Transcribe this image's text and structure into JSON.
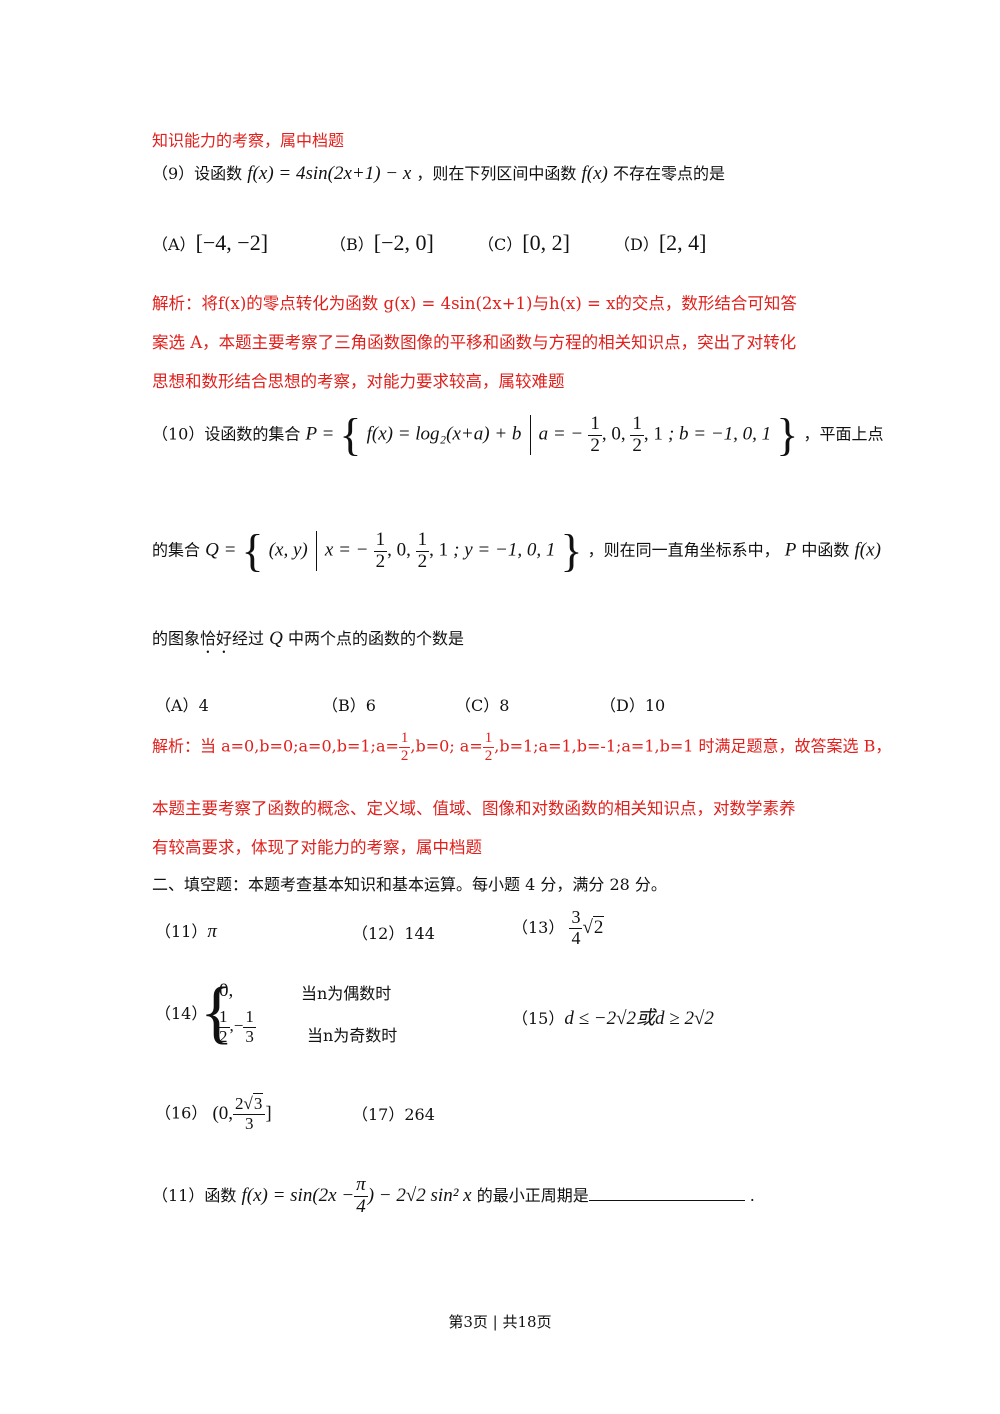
{
  "line_top": "知识能力的考察，属中档题",
  "q9": {
    "prefix": "（9）设函数",
    "func": "f(x) = 4sin(2x+1) − x",
    "mid": "，则在下列区间中函数",
    "fx": "f(x)",
    "suffix": "不存在零点的是",
    "options": [
      {
        "label": "（A）",
        "value": "[−4, −2]"
      },
      {
        "label": "（B）",
        "value": "[−2, 0]"
      },
      {
        "label": "（C）",
        "value": "[0, 2]"
      },
      {
        "label": "（D）",
        "value": "[2, 4]"
      }
    ],
    "analysis": [
      "解析：将f(x)的零点转化为函数 g(x) = 4sin(2x+1)与h(x) = x的交点，数形结合可知答",
      "案选 A，本题主要考察了三角函数图像的平移和函数与方程的相关知识点，突出了对转化",
      "思想和数形结合思想的考察，对能力要求较高，属较难题"
    ]
  },
  "q10": {
    "prefix": "（10）设函数的集合",
    "set_p_lhs": "P =",
    "set_p_body": "f(x) = log₂(x+a) + b",
    "set_p_cond_a": "a = −",
    "set_p_cond_rest": "; b = −1, 0, 1",
    "after_p": "，平面上点",
    "line2_prefix": "的集合",
    "set_q_lhs": "Q =",
    "set_q_body": "(x, y)",
    "set_q_cond_x": "x = −",
    "set_q_cond_rest": "; y = −1, 0, 1",
    "line2_mid": "，则在同一直角坐标系中，",
    "p_letter": "P",
    "line2_suffix": "中函数",
    "fx": "f(x)",
    "line3_prefix": "的图象",
    "line3_dotted": "恰好",
    "line3_mid": "经过",
    "q_letter": "Q",
    "line3_suffix": "中两个点的函数的个数是",
    "options": [
      {
        "label": "（A）",
        "value": "4"
      },
      {
        "label": "（B）",
        "value": "6"
      },
      {
        "label": "（C）",
        "value": "8"
      },
      {
        "label": "（D）",
        "value": "10"
      }
    ],
    "analysis_line1_a": "解析：当 a=0,b=0;a=0,b=1;a=",
    "analysis_line1_b": ",b=0; a=",
    "analysis_line1_c": ",b=1;a=1,b=-1;a=1,b=1 时满足题意，故答案选 B，",
    "analysis": [
      "本题主要考察了函数的概念、定义域、值域、图像和对数函数的相关知识点，对数学素养",
      "有较高要求，体现了对能力的考察，属中档题"
    ]
  },
  "section2": "二、填空题：本题考查基本知识和基本运算。每小题 4 分，满分 28 分。",
  "answers": {
    "a11_label": "（11）",
    "a11": "π",
    "a12_label": "（12）",
    "a12": "144",
    "a13_label": "（13）",
    "a14_label": "（14）",
    "a14_case1": "0,",
    "a14_case1_cond": "当n为偶数时",
    "a14_case2_cond": "当n为奇数时",
    "a15_label": "（15）",
    "a15": "d ≤ −2√2或d ≥ 2√2",
    "a16_label": "（16）",
    "a17_label": "（17）",
    "a17": "264"
  },
  "q11": {
    "prefix": "（11）函数",
    "func_a": "f(x) = sin(2x −",
    "func_b": ") − 2√2 sin² x",
    "suffix": "的最小正周期是",
    "end": "."
  },
  "footer": "第3页 | 共18页"
}
